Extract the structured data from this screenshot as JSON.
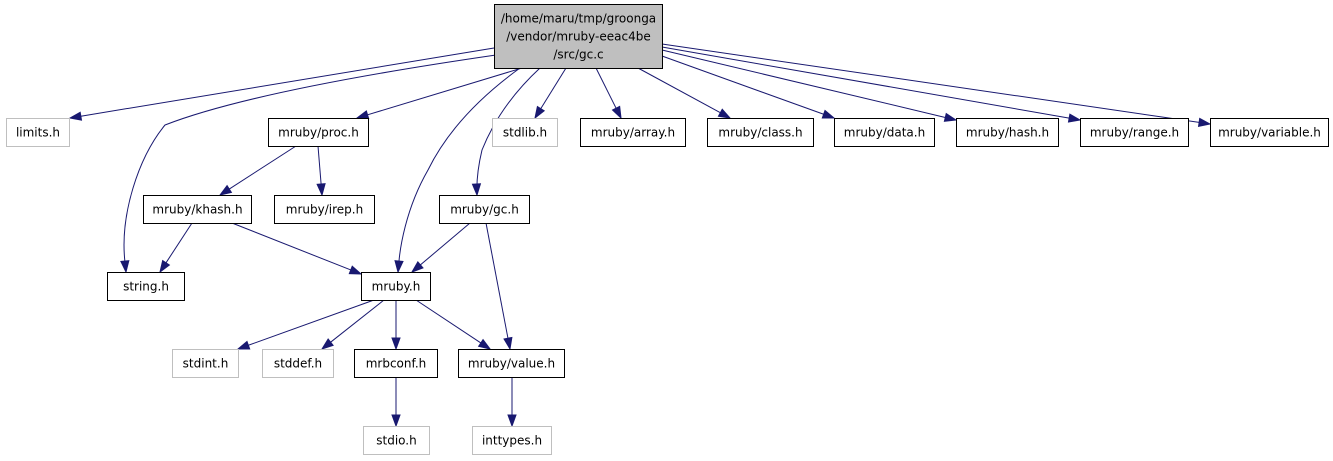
{
  "diagram": {
    "title": "",
    "colors": {
      "edge": "#191970",
      "root_fill": "#bfbfbf",
      "border": "#000000",
      "missing_border": "#bfbfbf"
    },
    "nodes": {
      "root": {
        "lines": [
          "/home/maru/tmp/groonga",
          "/vendor/mruby-eeac4be",
          "/src/gc.c"
        ],
        "kind": "root"
      },
      "limits_h": {
        "lines": [
          "limits.h"
        ],
        "kind": "missing"
      },
      "mruby_proc_h": {
        "lines": [
          "mruby/proc.h"
        ],
        "kind": "normal"
      },
      "stdlib_h": {
        "lines": [
          "stdlib.h"
        ],
        "kind": "missing"
      },
      "mruby_array_h": {
        "lines": [
          "mruby/array.h"
        ],
        "kind": "normal"
      },
      "mruby_class_h": {
        "lines": [
          "mruby/class.h"
        ],
        "kind": "normal"
      },
      "mruby_data_h": {
        "lines": [
          "mruby/data.h"
        ],
        "kind": "normal"
      },
      "mruby_hash_h": {
        "lines": [
          "mruby/hash.h"
        ],
        "kind": "normal"
      },
      "mruby_range_h": {
        "lines": [
          "mruby/range.h"
        ],
        "kind": "normal"
      },
      "mruby_variable_h": {
        "lines": [
          "mruby/variable.h"
        ],
        "kind": "normal"
      },
      "mruby_khash_h": {
        "lines": [
          "mruby/khash.h"
        ],
        "kind": "normal"
      },
      "mruby_irep_h": {
        "lines": [
          "mruby/irep.h"
        ],
        "kind": "normal"
      },
      "mruby_gc_h": {
        "lines": [
          "mruby/gc.h"
        ],
        "kind": "normal"
      },
      "string_h": {
        "lines": [
          "string.h"
        ],
        "kind": "normal"
      },
      "mruby_h": {
        "lines": [
          "mruby.h"
        ],
        "kind": "normal"
      },
      "stdint_h": {
        "lines": [
          "stdint.h"
        ],
        "kind": "missing"
      },
      "stddef_h": {
        "lines": [
          "stddef.h"
        ],
        "kind": "missing"
      },
      "mrbconf_h": {
        "lines": [
          "mrbconf.h"
        ],
        "kind": "normal"
      },
      "mruby_value_h": {
        "lines": [
          "mruby/value.h"
        ],
        "kind": "normal"
      },
      "stdio_h": {
        "lines": [
          "stdio.h"
        ],
        "kind": "missing"
      },
      "inttypes_h": {
        "lines": [
          "inttypes.h"
        ],
        "kind": "missing"
      }
    },
    "edges": [
      [
        "root",
        "limits_h"
      ],
      [
        "root",
        "mruby_proc_h"
      ],
      [
        "root",
        "string_h"
      ],
      [
        "root",
        "mruby_h"
      ],
      [
        "root",
        "mruby_gc_h"
      ],
      [
        "root",
        "stdlib_h"
      ],
      [
        "root",
        "mruby_array_h"
      ],
      [
        "root",
        "mruby_class_h"
      ],
      [
        "root",
        "mruby_data_h"
      ],
      [
        "root",
        "mruby_hash_h"
      ],
      [
        "root",
        "mruby_range_h"
      ],
      [
        "root",
        "mruby_variable_h"
      ],
      [
        "mruby_proc_h",
        "mruby_khash_h"
      ],
      [
        "mruby_proc_h",
        "mruby_irep_h"
      ],
      [
        "mruby_khash_h",
        "string_h"
      ],
      [
        "mruby_khash_h",
        "mruby_h"
      ],
      [
        "mruby_gc_h",
        "mruby_h"
      ],
      [
        "mruby_gc_h",
        "mruby_value_h"
      ],
      [
        "mruby_h",
        "stdint_h"
      ],
      [
        "mruby_h",
        "stddef_h"
      ],
      [
        "mruby_h",
        "mrbconf_h"
      ],
      [
        "mruby_h",
        "mruby_value_h"
      ],
      [
        "mrbconf_h",
        "stdio_h"
      ],
      [
        "mruby_value_h",
        "inttypes_h"
      ]
    ]
  }
}
